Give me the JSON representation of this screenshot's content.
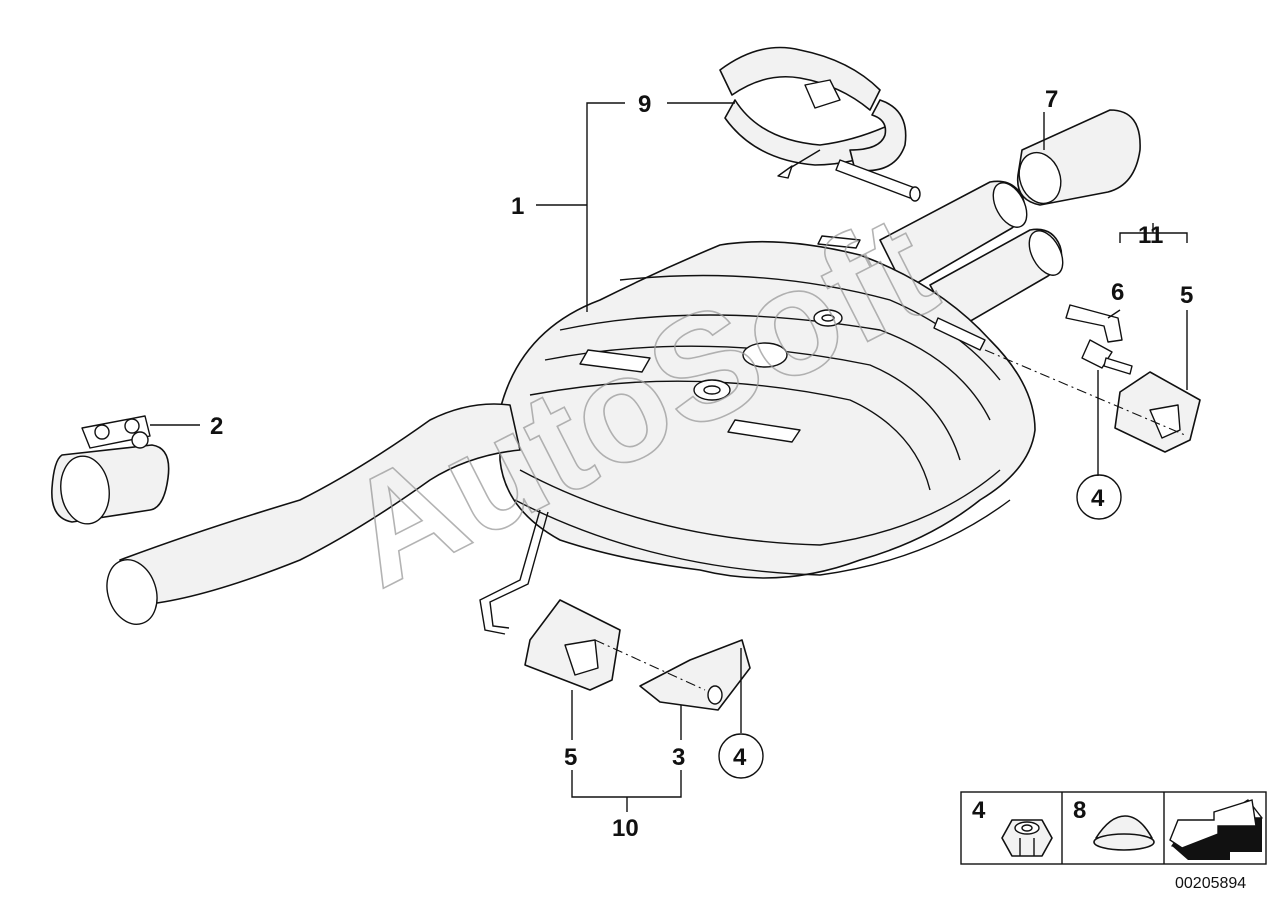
{
  "diagram": {
    "callouts": {
      "c1": "1",
      "c2": "2",
      "c3": "3",
      "c4a": "4",
      "c4b": "4",
      "c5a": "5",
      "c5b": "5",
      "c6": "6",
      "c7": "7",
      "c9": "9",
      "c10": "10",
      "c11": "11"
    },
    "legend": {
      "item_nut": "4",
      "item_cap": "8"
    },
    "watermark": "AutoSoft",
    "reference_number": "00205894"
  }
}
